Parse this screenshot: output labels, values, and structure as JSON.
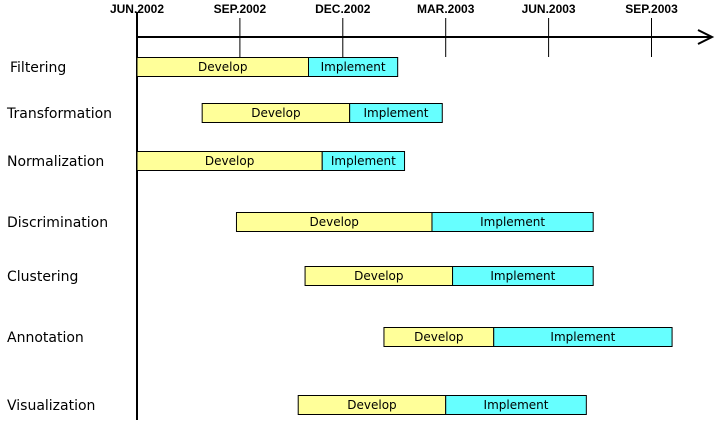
{
  "chart_data": {
    "type": "gantt",
    "title": "",
    "axis": {
      "ticks": [
        "JUN.2002",
        "SEP.2002",
        "DEC.2002",
        "MAR.2003",
        "JUN.2003",
        "SEP.2003"
      ],
      "tick_months": [
        0,
        3,
        6,
        9,
        12,
        15
      ]
    },
    "phase_labels": {
      "develop": "Develop",
      "implement": "Implement"
    },
    "colors": {
      "develop": "#ffff99",
      "implement": "#66ffff",
      "border": "#000000",
      "axis": "#000000"
    },
    "tasks": [
      {
        "name": "Filtering",
        "develop": [
          0.0,
          5.0
        ],
        "implement": [
          5.0,
          7.6
        ]
      },
      {
        "name": "Transformation",
        "develop": [
          1.9,
          6.2
        ],
        "implement": [
          6.2,
          8.9
        ]
      },
      {
        "name": "Normalization",
        "develop": [
          0.0,
          5.4
        ],
        "implement": [
          5.4,
          7.8
        ]
      },
      {
        "name": "Discrimination",
        "develop": [
          2.9,
          8.6
        ],
        "implement": [
          8.6,
          13.3
        ]
      },
      {
        "name": "Clustering",
        "develop": [
          4.9,
          9.2
        ],
        "implement": [
          9.2,
          13.3
        ]
      },
      {
        "name": "Annotation",
        "develop": [
          7.2,
          10.4
        ],
        "implement": [
          10.4,
          15.6
        ]
      },
      {
        "name": "Visualization",
        "develop": [
          4.7,
          9.0
        ],
        "implement": [
          9.0,
          13.1
        ]
      }
    ]
  }
}
